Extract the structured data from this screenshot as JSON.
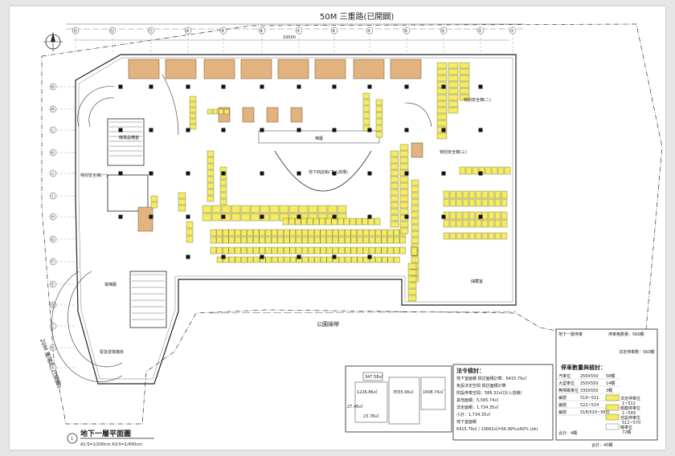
{
  "road_north": "50M 三重路(已開闢)",
  "road_west": "20M 重陽路(已開闢)",
  "park_label": "公園綠帶",
  "dim_total": "19500",
  "grid_columns": [
    "⑬",
    "⑫",
    "⑪",
    "⑩",
    "⑨",
    "⑧",
    "⑦",
    "⑥",
    "⑤",
    "④",
    "③",
    "②",
    "①"
  ],
  "grid_rows": [
    "Ⓐ",
    "Ⓑ",
    "Ⓒ",
    "Ⓓ",
    "Ⓔ",
    "Ⓕ",
    "Ⓖ",
    "Ⓗ",
    "Ⓘ",
    "Ⓙ",
    "Ⓚ",
    "Ⓛ",
    "Ⓜ",
    "Ⓝ"
  ],
  "room_labels": {
    "west_stair": "特別安全梯(一)",
    "mech_room": "機電設備室",
    "central_plaza": "地下商店街(下入商場)",
    "ne_stair": "特別安全梯(二)",
    "east_stair": "特別安全梯(三)",
    "sw_room": "緊急發電機房",
    "elev_hall": "電梯廳",
    "lobby": "梯廳",
    "storage": "儲藏室"
  },
  "site_table": {
    "cells": [
      "347.58㎡",
      "1226.86㎡",
      "3555.66㎡",
      "1608.74㎡",
      "27.48㎡",
      "23.78㎡"
    ]
  },
  "regulations": {
    "title": "法令檢討：",
    "lines": [
      "地下室面積 檢討面積計算：6415.79㎡",
      "免設法定空間 檢討面積計算",
      "附設停車空間：586.32㎡(計入容積)",
      "其他面積：5,565.74㎡",
      "法定面積：1,734.35㎡",
      "小計：1,734.35㎡",
      "地下室面積",
      "6415.79㎡ / 10663㎡=56.99%≤60%  (ok)"
    ]
  },
  "parking_table": {
    "title": "停車數量與檢討：",
    "header_left": "地下一層停車",
    "header_right": "停車格數量：560輛",
    "summary_right": "法定停車數：560輛",
    "rows": [
      {
        "label": "汽車位",
        "size": "250X550",
        "count": "58輛"
      },
      {
        "label": "大型車位",
        "size": "250X550",
        "count": "14輛"
      },
      {
        "label": "無障礙車位",
        "size": "330X550",
        "count": "3輛"
      },
      {
        "label": "編號",
        "size": "519~521",
        "count": ""
      },
      {
        "label": "編號",
        "size": "522~524",
        "count": ""
      },
      {
        "label": "編號",
        "size": "518(520~560)",
        "count": ""
      }
    ],
    "legend": [
      {
        "label": "法定停車位",
        "value": "1~512"
      },
      {
        "label": "獎勵停車位",
        "value": "1~549"
      },
      {
        "label": "自設停車位",
        "value": "512~570"
      },
      {
        "label": "機車位",
        "value": "72輛"
      }
    ],
    "footer": [
      "合計：4輛",
      "合計：45輛"
    ]
  },
  "title_block": {
    "title": "地下一層平面圖",
    "scale": "A1:S=1/200cm   A3:S=1/400cm",
    "number": "1"
  },
  "colors": {
    "parking": "#f5ec63",
    "parking_stroke": "#555522",
    "shop": "#e3b37f",
    "shop_stroke": "#6b4a22",
    "line": "#333333",
    "grid": "#777777"
  }
}
